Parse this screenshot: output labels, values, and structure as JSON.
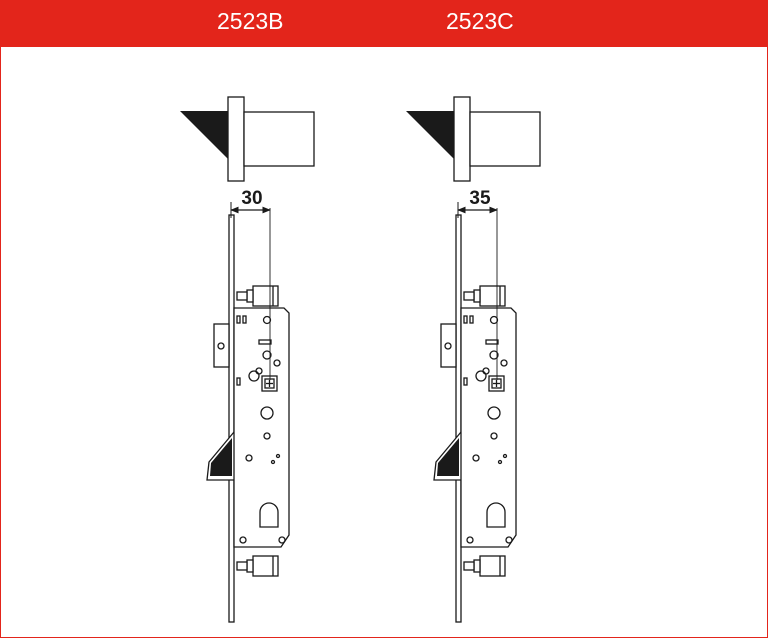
{
  "header": {
    "background_color": "#e3251b",
    "models": [
      {
        "label": "2523B"
      },
      {
        "label": "2523C"
      }
    ]
  },
  "drawings": [
    {
      "model": "2523B",
      "backset_label": "30"
    },
    {
      "model": "2523C",
      "backset_label": "35"
    }
  ],
  "colors": {
    "accent": "#e3251b",
    "line": "#1a1a1a",
    "background": "#ffffff"
  }
}
